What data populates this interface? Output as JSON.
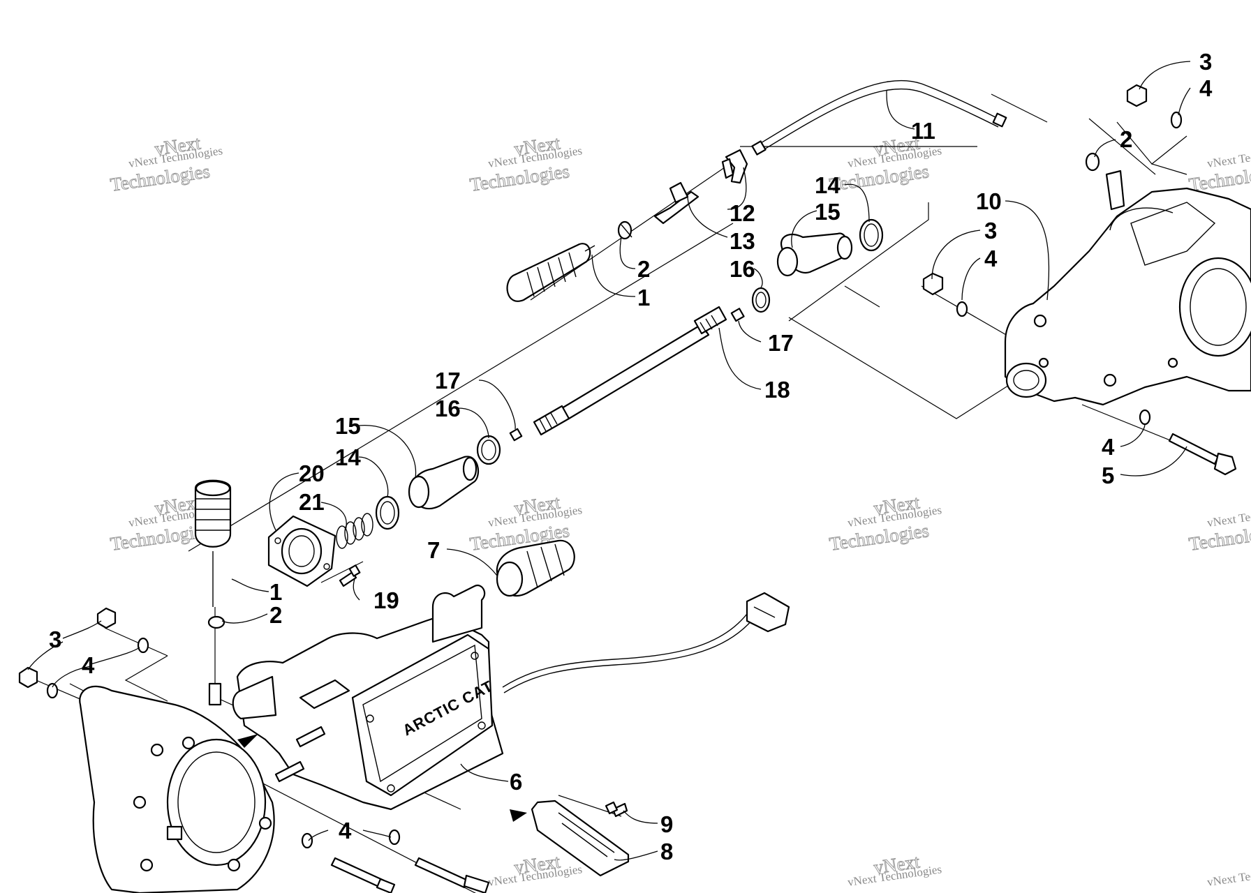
{
  "labels": {
    "cable_right": [
      "3",
      "4",
      "2",
      "11"
    ],
    "upper_group": [
      "12",
      "13",
      "2",
      "1",
      "14",
      "15",
      "16",
      "17",
      "18",
      "10",
      "3",
      "4",
      "4",
      "5"
    ],
    "middle_group": [
      "17",
      "16",
      "15",
      "14",
      "20",
      "21",
      "1",
      "19",
      "7",
      "2",
      "3",
      "4"
    ],
    "lower_group": [
      "6",
      "9",
      "8",
      "4"
    ]
  },
  "brand_text": "ARCTIC CAT",
  "watermark": {
    "line1": "vNext Technologies",
    "line2": "vNext",
    "line3": "Technologies"
  }
}
